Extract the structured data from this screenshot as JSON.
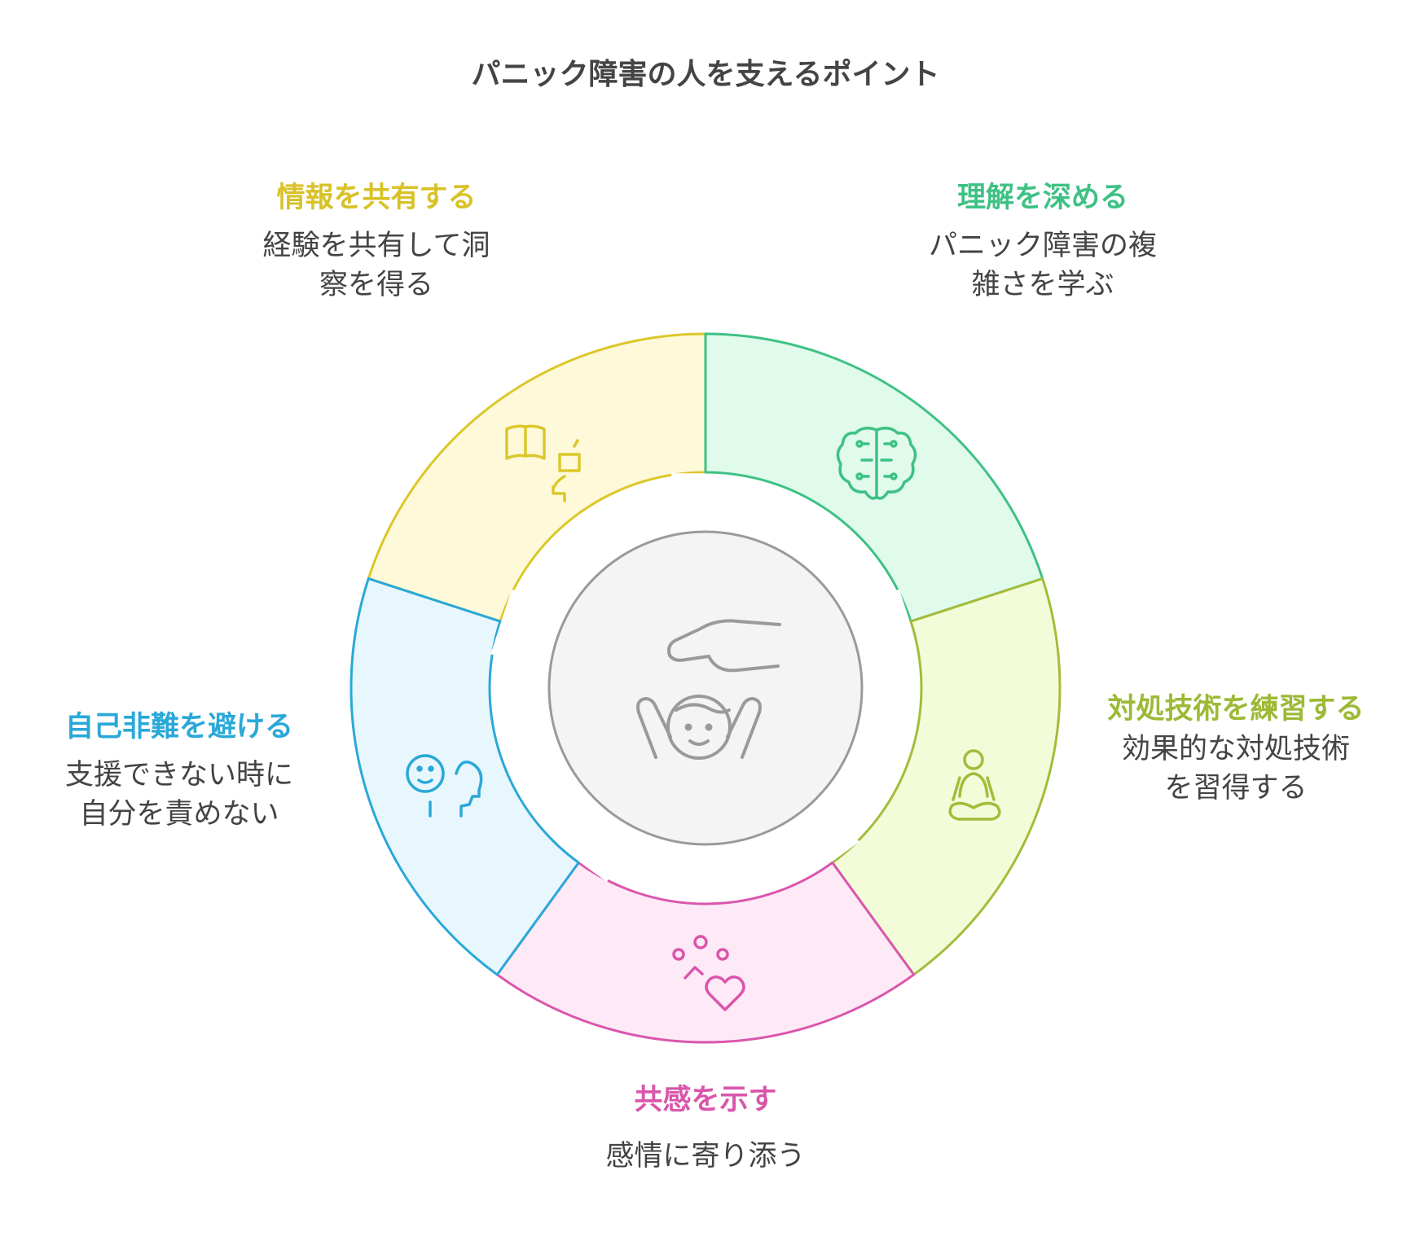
{
  "title": "パニック障害の人を支えるポイント",
  "center": {
    "icon": "hand-over-child-icon"
  },
  "segments": [
    {
      "id": "share",
      "title": "情報を共有する",
      "desc": "経験を共有して洞\n察を得る",
      "icon": "book-and-speaking-head-icon",
      "stroke": "#DCC72A",
      "fill": "#FDF9D9",
      "title_color": "#D8C228"
    },
    {
      "id": "understand",
      "title": "理解を深める",
      "desc": "パニック障害の複\n雑さを学ぶ",
      "icon": "brain-circuit-icon",
      "stroke": "#3EC184",
      "fill": "#E0FAEC",
      "title_color": "#3EC184"
    },
    {
      "id": "cope",
      "title": "対処技術を練習する",
      "desc": "効果的な対処技術\nを習得する",
      "icon": "meditation-person-icon",
      "stroke": "#A2BD3A",
      "fill": "#F2FCD9",
      "title_color": "#9DB935"
    },
    {
      "id": "empathy",
      "title": "共感を示す",
      "desc": "感情に寄り添う",
      "icon": "heart-with-sparkles-icon",
      "stroke": "#DB55AD",
      "fill": "#FDEAF6",
      "title_color": "#D956AA"
    },
    {
      "id": "no-blame",
      "title": "自己非難を避ける",
      "desc": "支援できない時に\n自分を責めない",
      "icon": "smiling-face-head-icon",
      "stroke": "#2AA8D8",
      "fill": "#E7F7FD",
      "title_color": "#2AA8D8"
    }
  ]
}
